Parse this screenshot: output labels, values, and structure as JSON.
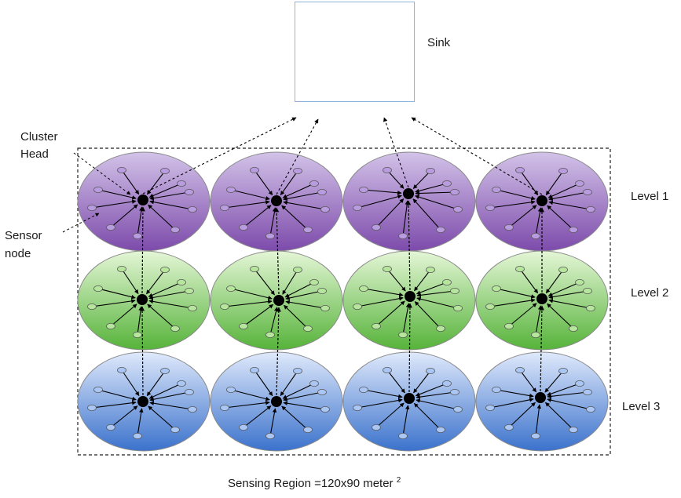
{
  "sink": {
    "label": "Sink",
    "icon": "dish-antenna-icon"
  },
  "labels": {
    "cluster_head_line1": "Cluster",
    "cluster_head_line2": "Head",
    "sensor_node_line1": "Sensor",
    "sensor_node_line2": "node"
  },
  "levels": [
    {
      "label": "Level 1",
      "color_top": "#d2c2e8",
      "color_bottom": "#7d4bab"
    },
    {
      "label": "Level 2",
      "color_top": "#e4f6d6",
      "color_bottom": "#56b33a"
    },
    {
      "label": "Level 3",
      "color_top": "#dfe9fb",
      "color_bottom": "#3b72cc"
    }
  ],
  "caption": {
    "text": "Sensing Region =120x90 meter ",
    "superscript": "2"
  },
  "clusters_per_level": 4
}
